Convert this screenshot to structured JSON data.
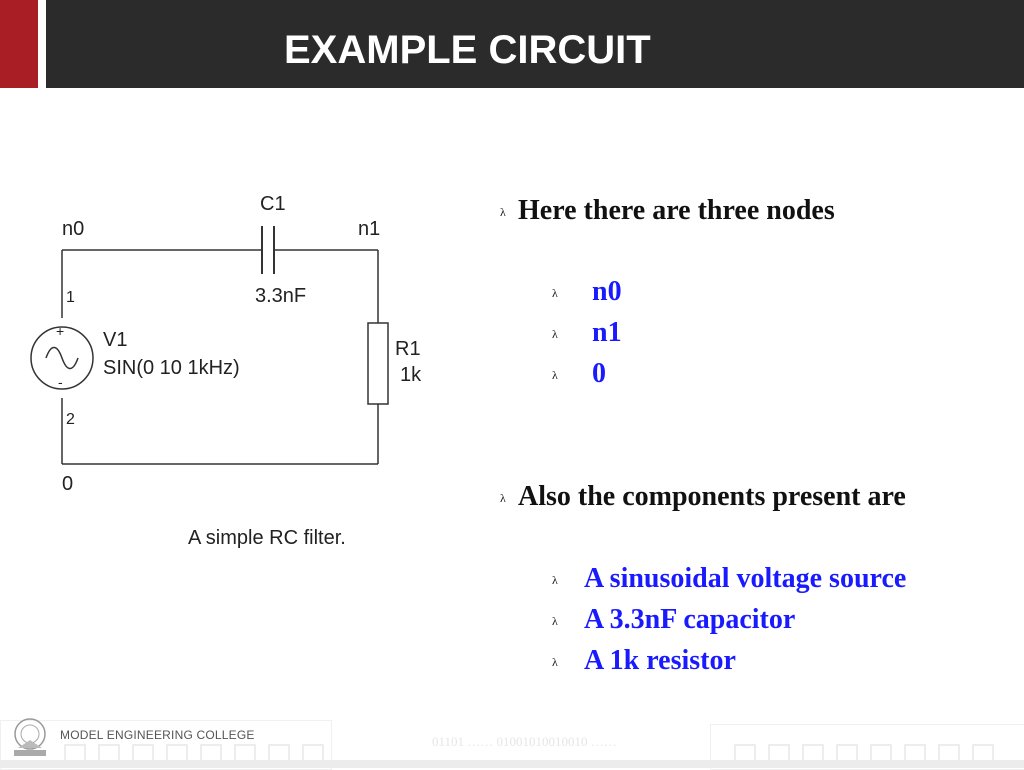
{
  "slide": {
    "title": "EXAMPLE CIRCUIT"
  },
  "circuit": {
    "caption": "A simple RC filter.",
    "labels": {
      "n0": "n0",
      "n1": "n1",
      "c1": "C1",
      "c1_value": "3.3nF",
      "pin1": "1",
      "pin2": "2",
      "plus": "+",
      "minus": "-",
      "v1": "V1",
      "v1_value": "SIN(0 10 1kHz)",
      "r1": "R1",
      "r1_value": "1k",
      "ground": "0"
    }
  },
  "bullets": {
    "marker": "λ",
    "nodes_heading": "Here there are three nodes",
    "nodes": [
      "n0",
      "n1",
      "0"
    ],
    "components_heading": "Also the components present are",
    "components": [
      "A sinusoidal voltage source",
      "A 3.3nF capacitor",
      "A 1k resistor"
    ]
  },
  "footer": {
    "college": "MODEL ENGINEERING COLLEGE",
    "binary": "01101 …… 01001010010010 ……"
  },
  "colors": {
    "accent_red": "#a81e24",
    "title_bar": "#2b2b2b",
    "sub_bullet_blue": "#1a1aff"
  }
}
